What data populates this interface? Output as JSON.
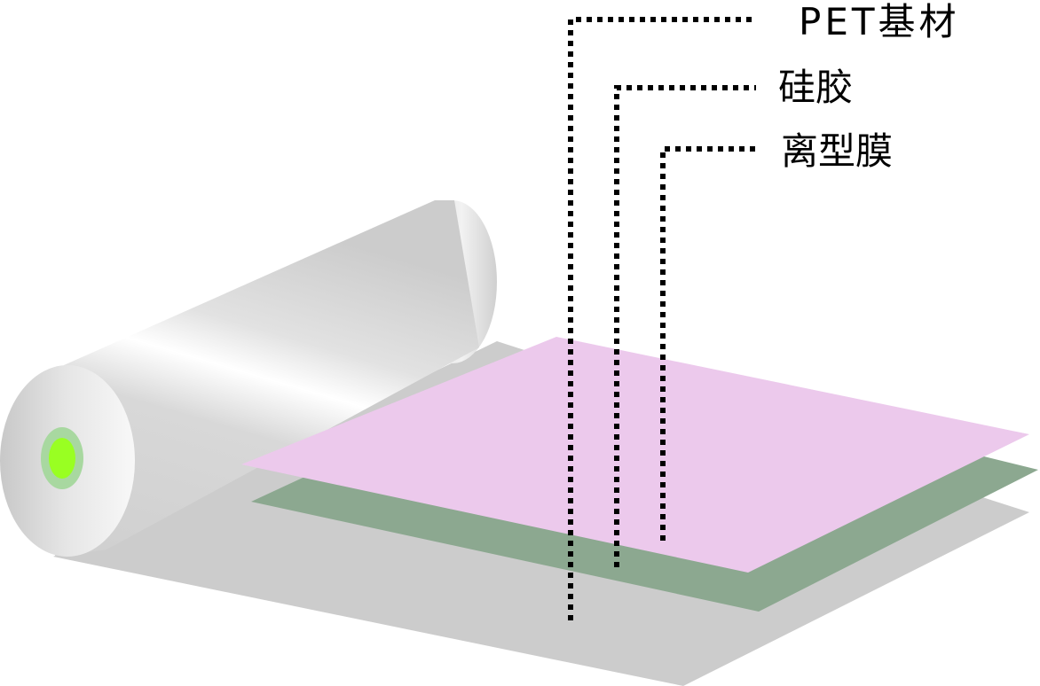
{
  "labels": {
    "pet": "PET基材",
    "silicone": "硅胶",
    "release_film": "离型膜"
  },
  "colors": {
    "pet_layer": "#cccccc",
    "silicone_layer": "#8ca890",
    "release_layer": "#ecc9ec",
    "core_inner": "#99ff22",
    "core_ring": "#a8d8a0"
  }
}
